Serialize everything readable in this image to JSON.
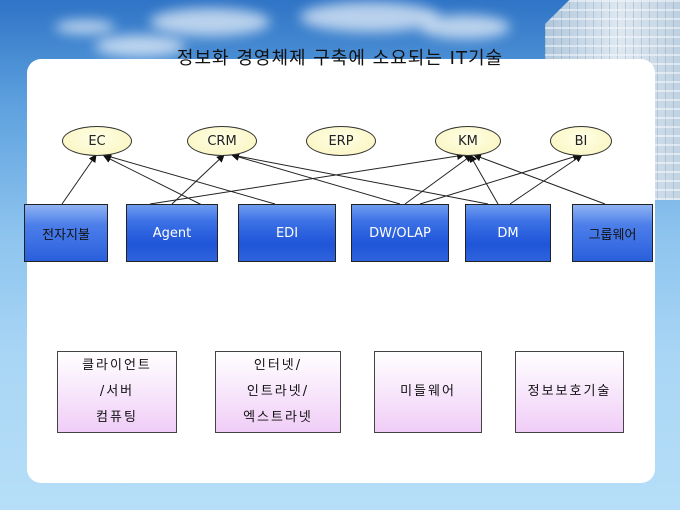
{
  "title": "정보화 경영체제 구축에 소요되는 IT기술",
  "applications": [
    "EC",
    "CRM",
    "ERP",
    "KM",
    "BI"
  ],
  "technologies": [
    "전자지불",
    "Agent",
    "EDI",
    "DW/OLAP",
    "DM",
    "그룹웨어"
  ],
  "foundations": [
    [
      "클라이언트",
      "/서버",
      "컴퓨팅"
    ],
    [
      "인터넷/",
      "인트라넷/",
      "엑스트라넷"
    ],
    [
      "미들웨어"
    ],
    [
      "정보보호기술"
    ]
  ]
}
